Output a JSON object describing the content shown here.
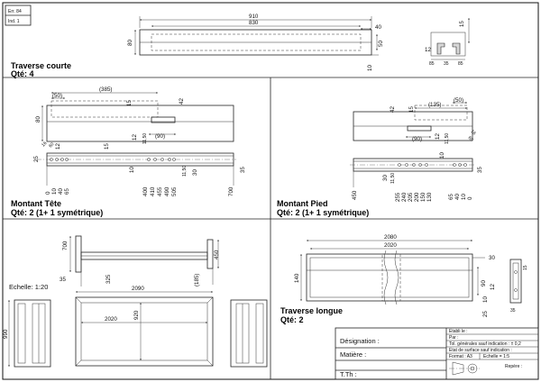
{
  "revision": {
    "err": "Err. 84",
    "ind": "Ind. 1"
  },
  "views": {
    "traverse_courte": {
      "title": "Traverse courte",
      "qty": "Qté: 4",
      "dims": {
        "overall": "910",
        "inner": "830",
        "end": "40",
        "height": "80",
        "h50": "50",
        "h10": "10",
        "sec_h": "15",
        "sec_w": "12",
        "sec_a": "85",
        "sec_b": "35",
        "sec_c": "85"
      }
    },
    "montant_tete": {
      "title": "Montant Tête",
      "qty": "Qté: 2 (1+ 1 symétrique)",
      "dims": {
        "d385": "(385)",
        "d50": "(50)",
        "d15": "15",
        "d42": "42",
        "d80": "80",
        "d90": "(90)",
        "d12a": "12",
        "d11": "11,50",
        "d16": "16",
        "d60": "60",
        "d25": "25",
        "d12b": "12",
        "d15b": "15",
        "d10": "10",
        "d30": "30",
        "d11b": "11,50",
        "d35": "35",
        "b0": "0",
        "b10": "10",
        "b40": "40",
        "b65": "65",
        "b400": "400",
        "b410": "410",
        "b455": "455",
        "b490": "490",
        "b505": "505",
        "b700": "700"
      }
    },
    "montant_pied": {
      "title": "Montant Pied",
      "qty": "Qté: 2 (1+ 1 symétrique)",
      "dims": {
        "d42": "42",
        "d15": "15",
        "d135": "(135)",
        "d50": "(50)",
        "d90": "(90)",
        "d12": "12",
        "d11": "11,50",
        "d16": "16",
        "d60": "60",
        "d30": "30",
        "d11b": "11,50",
        "d10": "10",
        "d35": "35",
        "d450": "450",
        "b255": "255",
        "b240": "240",
        "b205": "205",
        "b200": "200",
        "b150": "150",
        "b130": "130",
        "b65": "65",
        "b40": "40",
        "b10": "10",
        "b0": "0"
      }
    },
    "assembly": {
      "scale": "Echelle: 1:20",
      "dims": {
        "d700": "700",
        "d450": "450",
        "d35": "35",
        "d325": "325",
        "d185": "(185)",
        "d2090": "2090",
        "d2020": "2020",
        "d920": "920",
        "d990": "990"
      }
    },
    "traverse_longue": {
      "title": "Traverse longue",
      "qty": "Qté: 2",
      "dims": {
        "d2080": "2080",
        "d2020": "2020",
        "d30": "30",
        "d140": "140",
        "d90": "90",
        "d12": "12",
        "d10": "10",
        "d25": "25",
        "d35": "35",
        "d15": "15"
      }
    }
  },
  "title_block": {
    "etabli": "Etabli le :",
    "par": "Par :",
    "tol": "Tol. générales sauf indication : ± 0,2",
    "surf": "Etat de surface sauf indication :",
    "format": "Format : A3",
    "echelle": "Echelle = 1:5",
    "repere": "Repère :",
    "designation": "Désignation :",
    "matiere": "Matière :",
    "tth": "T.Th :"
  }
}
